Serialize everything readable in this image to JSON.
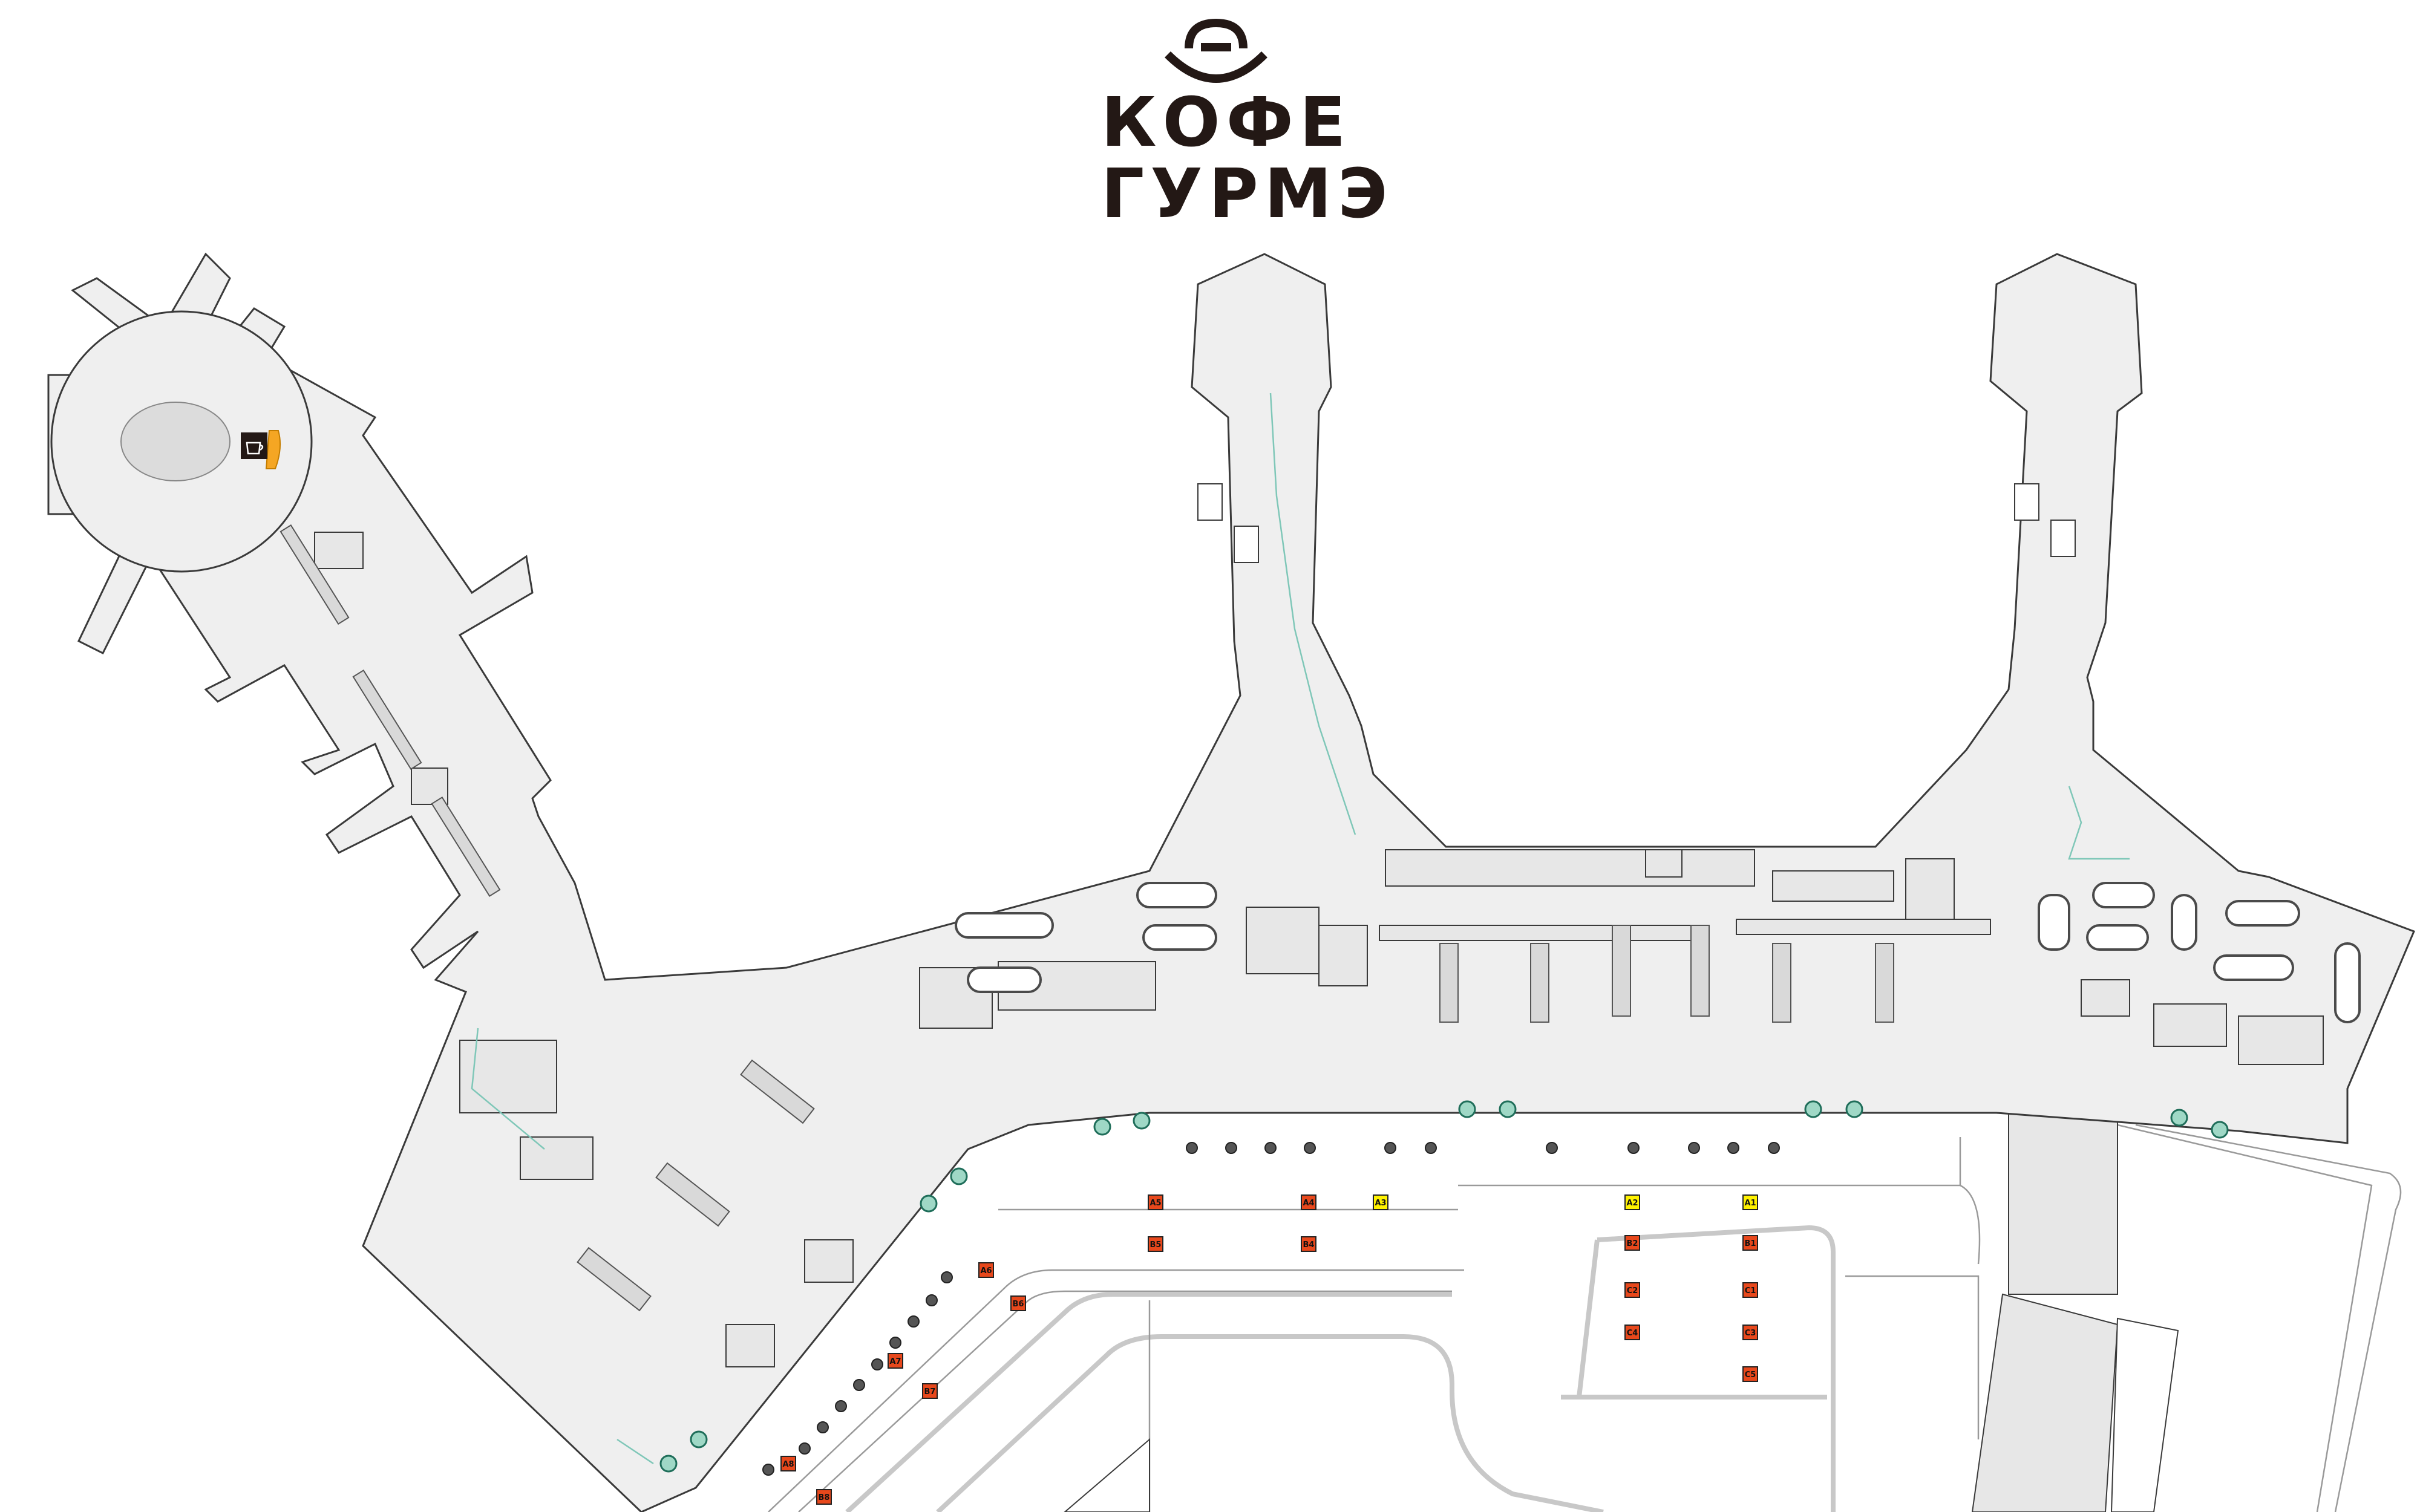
{
  "brand": {
    "line1": "КОФЕ",
    "line2": "ГУРМЭ",
    "logo_icon": "cup-logo-icon",
    "color": "#231815"
  },
  "map": {
    "highlight_color": "#f5a623",
    "cafe_marker_icon": "coffee-cup-icon",
    "bus_stops": [
      {
        "id": "A5",
        "color": "red"
      },
      {
        "id": "A4",
        "color": "red"
      },
      {
        "id": "A3",
        "color": "yellow"
      },
      {
        "id": "A2",
        "color": "yellow"
      },
      {
        "id": "A1",
        "color": "yellow"
      },
      {
        "id": "B5",
        "color": "red"
      },
      {
        "id": "B4",
        "color": "red"
      },
      {
        "id": "B2",
        "color": "red"
      },
      {
        "id": "B1",
        "color": "red"
      },
      {
        "id": "C2",
        "color": "red"
      },
      {
        "id": "C1",
        "color": "red"
      },
      {
        "id": "C4",
        "color": "red"
      },
      {
        "id": "C3",
        "color": "red"
      },
      {
        "id": "C5",
        "color": "red"
      },
      {
        "id": "A6",
        "color": "red"
      },
      {
        "id": "B6",
        "color": "red"
      },
      {
        "id": "A7",
        "color": "red"
      },
      {
        "id": "B7",
        "color": "red"
      },
      {
        "id": "A8",
        "color": "red"
      },
      {
        "id": "B8",
        "color": "red"
      }
    ]
  }
}
